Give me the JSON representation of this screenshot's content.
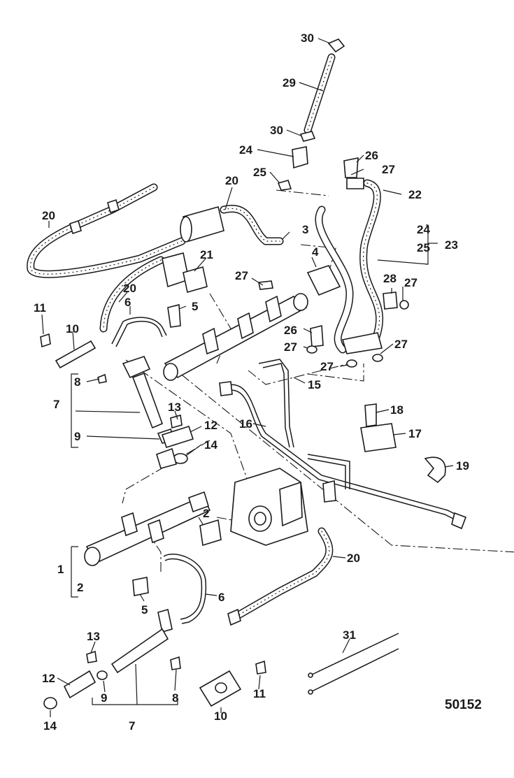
{
  "figure_number": "50152",
  "callouts": {
    "c30a": "30",
    "c29": "29",
    "c30b": "30",
    "c24a": "24",
    "c25a": "25",
    "c26a": "26",
    "c27a": "27",
    "c22": "22",
    "c20a": "20",
    "c20b": "20",
    "c3": "3",
    "c4": "4",
    "c21": "21",
    "c27b": "27",
    "c20c": "20",
    "c24b": "24",
    "c25b": "25",
    "c23": "23",
    "c28": "28",
    "c27c": "27",
    "c11a": "11",
    "c10a": "10",
    "c6a": "6",
    "c5a": "5",
    "c26b": "26",
    "c27d": "27",
    "c27e": "27",
    "c27f": "27",
    "c8a": "8",
    "c7a": "7",
    "c15": "15",
    "c16": "16",
    "c9a": "9",
    "c13a": "13",
    "c12a": "12",
    "c14a": "14",
    "c18": "18",
    "c17": "17",
    "c19": "19",
    "c2a": "2",
    "c1": "1",
    "c2b": "2",
    "c20d": "20",
    "c6b": "6",
    "c5b": "5",
    "c13b": "13",
    "c12b": "12",
    "c9b": "9",
    "c8b": "8",
    "c14b": "14",
    "c7b": "7",
    "c10b": "10",
    "c11b": "11",
    "c31": "31"
  }
}
